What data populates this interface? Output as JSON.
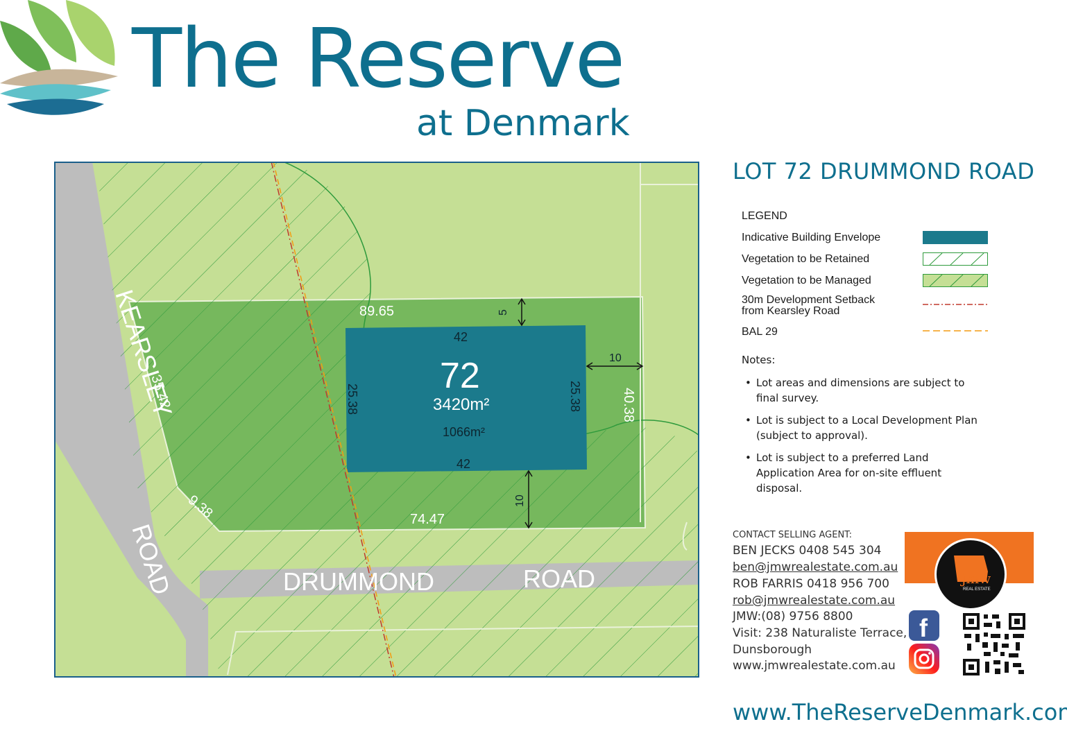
{
  "branding": {
    "title": "The Reserve",
    "subtitle": "at Denmark",
    "website": "www.TheReserveDenmark.com.au"
  },
  "lot": {
    "heading": "LOT 72 DRUMMOND ROAD",
    "number": "72",
    "area": "3420m²",
    "envelope_area": "1066m²"
  },
  "plan": {
    "roads": {
      "kearsley": "KEARSLEY",
      "kearsley_road": "ROAD",
      "drummond": "DRUMMOND",
      "drummond_road": "ROAD"
    },
    "dimensions": {
      "top": "89.65",
      "left": "35.42",
      "corner": "9.38",
      "bottom": "74.47",
      "right": "40.38",
      "env_top": "42",
      "env_bottom": "42",
      "env_left": "25.38",
      "env_right": "25.38",
      "setback_top": "5",
      "setback_right": "10",
      "setback_bottom": "10"
    }
  },
  "legend": {
    "title": "LEGEND",
    "items": [
      {
        "label": "Indicative Building Envelope",
        "swatch": "envelope"
      },
      {
        "label": "Vegetation to be Retained",
        "swatch": "retained"
      },
      {
        "label": "Vegetation to be Managed",
        "swatch": "managed"
      },
      {
        "label": "30m Development Setback\nfrom Kearsley Road",
        "swatch": "setback"
      },
      {
        "label": "BAL 29",
        "swatch": "bal"
      }
    ]
  },
  "notes": {
    "title": "Notes:",
    "items": [
      "Lot areas and dimensions are subject to final survey.",
      "Lot is subject to a Local Development Plan (subject to approval).",
      "Lot is subject to a preferred Land Application Area for on-site effluent disposal."
    ]
  },
  "contact": {
    "heading": "CONTACT SELLING AGENT:",
    "agent1": "BEN JECKS   0408 545 304",
    "email1": "ben@jmwrealestate.com.au",
    "agent2": "ROB FARRIS  0418 956 700",
    "email2": "rob@jmwrealestate.com.au",
    "office": "JMW:(08) 9756 8800",
    "visit": "Visit: 238 Naturaliste Terrace,",
    "town": "Dunsborough",
    "web": "www.jmwrealestate.com.au"
  },
  "agency_logo": {
    "text": "jmw",
    "subtext": "REAL ESTATE"
  },
  "colors": {
    "brand": "#0e6f8e",
    "envelope": "#1b7a8c",
    "lot_green": "#76b85d",
    "bg_green": "#c5df95",
    "road_grey": "#bdbdbd",
    "agency_orange": "#f07321"
  },
  "icons": [
    "facebook-icon",
    "instagram-icon",
    "qr-code"
  ]
}
